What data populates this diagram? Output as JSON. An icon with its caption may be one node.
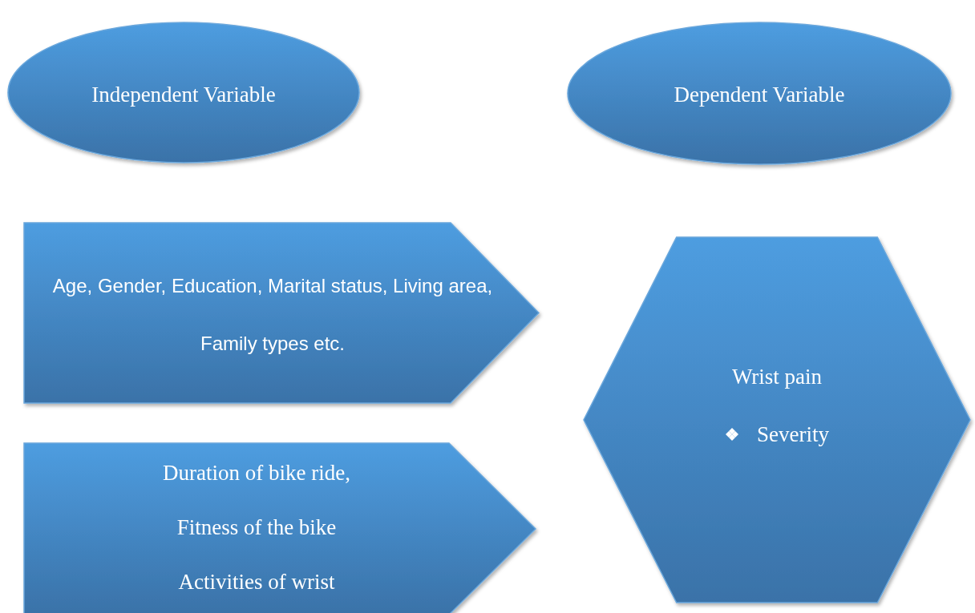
{
  "diagram": {
    "nodes": [
      {
        "text": [
          "Independent Variable"
        ]
      },
      {
        "text": [
          "Dependent Variable"
        ]
      },
      {
        "text": [
          "Age, Gender, Education, Marital status, Living area, Family types etc."
        ]
      },
      {
        "text": [
          "Duration of bike ride,",
          "Fitness of the bike",
          "Activities of wrist"
        ]
      },
      {
        "text": [
          "Wrist pain",
          "Severity"
        ]
      }
    ]
  }
}
